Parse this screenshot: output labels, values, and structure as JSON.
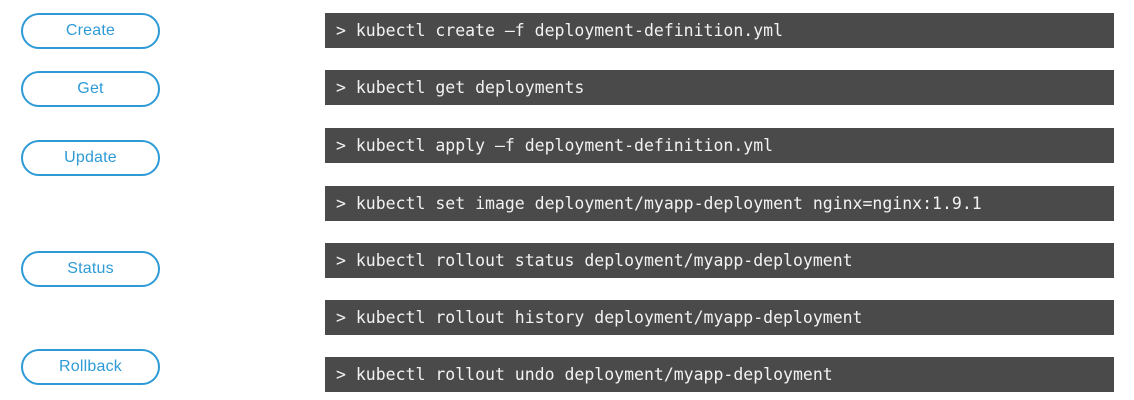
{
  "theme": {
    "page_background": "#ffffff",
    "button_accent": "#2e9bd6",
    "button_fill": "#ffffff",
    "terminal_background": "#4a4a4a",
    "terminal_text": "#f2f2f2"
  },
  "actions": [
    {
      "label": "Create",
      "name": "create"
    },
    {
      "label": "Get",
      "name": "get"
    },
    {
      "label": "Update",
      "name": "update"
    },
    {
      "label": "Status",
      "name": "status"
    },
    {
      "label": "Rollback",
      "name": "rollback"
    }
  ],
  "terminal": {
    "prompt": ">",
    "commands": [
      {
        "text": "> kubectl create –f deployment-definition.yml"
      },
      {
        "text": "> kubectl get deployments"
      },
      {
        "text": "> kubectl apply –f deployment-definition.yml"
      },
      {
        "text": "> kubectl set image deployment/myapp-deployment nginx=nginx:1.9.1"
      },
      {
        "text": "> kubectl rollout status deployment/myapp-deployment"
      },
      {
        "text": "> kubectl rollout history deployment/myapp-deployment"
      },
      {
        "text": "> kubectl rollout undo deployment/myapp-deployment"
      }
    ]
  }
}
